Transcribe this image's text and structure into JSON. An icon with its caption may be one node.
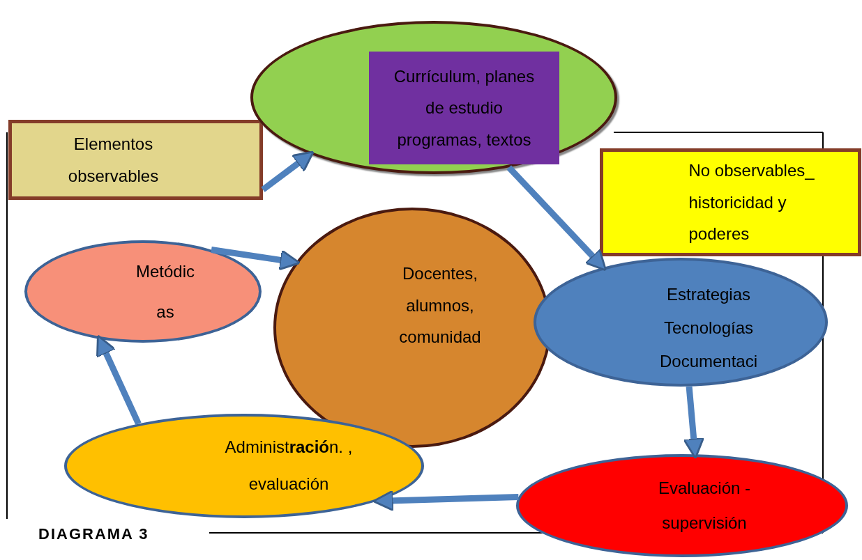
{
  "diagram": {
    "caption": "DIAGRAMA 3",
    "nodes": [
      {
        "text": [
          "Elementos observables"
        ]
      },
      {
        "text": [],
        "shape": "ellipse"
      },
      {
        "text": [
          "Currículum, planes de estudio programas, textos"
        ],
        "in": 1
      },
      {
        "text": [
          "No observables_ historicidad y poderes"
        ]
      },
      {
        "text": [
          "Metódic as"
        ]
      },
      {
        "text": [
          "Docentes, alumnos, comunidad"
        ]
      },
      {
        "text": [
          "Estrategias Tecnologías Documentaci"
        ]
      },
      {
        "text": [
          "Administ**ració**n. , evaluación"
        ]
      },
      {
        "text": [
          "Evaluación - supervisión"
        ]
      }
    ],
    "edges": [
      {
        "from": 0,
        "to": 1,
        "arrow": "to"
      },
      {
        "from": 1,
        "to": 6,
        "arrow": "to"
      },
      {
        "from": 4,
        "to": 5,
        "arrow": "to"
      },
      {
        "from": 6,
        "to": 8,
        "arrow": "to"
      },
      {
        "from": 8,
        "to": 7,
        "arrow": "to"
      },
      {
        "from": 7,
        "to": 4,
        "arrow": "to"
      }
    ]
  }
}
